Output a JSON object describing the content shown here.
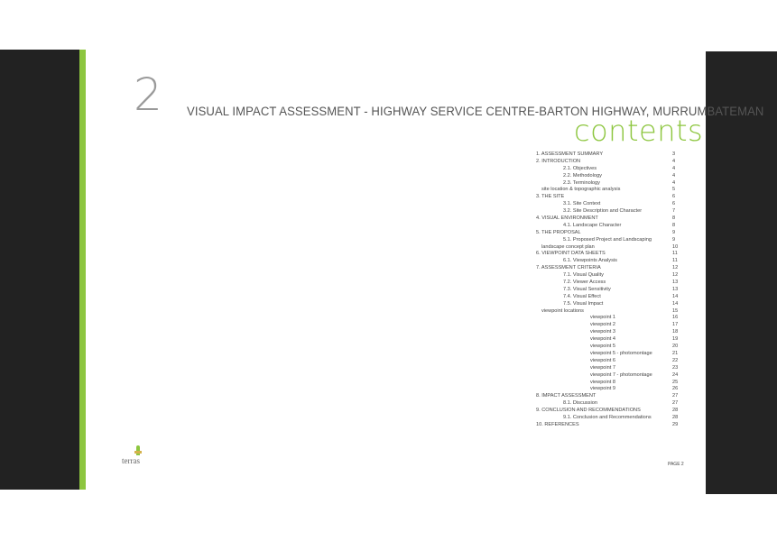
{
  "header": {
    "page_number": "2",
    "title": "VISUAL IMPACT ASSESSMENT - HIGHWAY SERVICE CENTRE-BARTON HIGHWAY, MURRUMBATEMAN"
  },
  "contents_heading": "contents",
  "toc": [
    {
      "label": "1. ASSESSMENT SUMMARY",
      "page": "3",
      "level": 0
    },
    {
      "label": "2. INTRODUCTION",
      "page": "4",
      "level": 0
    },
    {
      "label": "2.1. Objectives",
      "page": "4",
      "level": 2
    },
    {
      "label": "2.2. Methodology",
      "page": "4",
      "level": 2
    },
    {
      "label": "2.3. Terminology",
      "page": "4",
      "level": 2
    },
    {
      "label": "site location & topographic analysis",
      "page": "5",
      "level": 1
    },
    {
      "label": "3. THE SITE",
      "page": "6",
      "level": 0
    },
    {
      "label": "3.1. Site Context",
      "page": "6",
      "level": 2
    },
    {
      "label": "3.2. Site Description and Character",
      "page": "7",
      "level": 2
    },
    {
      "label": "4. VISUAL ENVIRONMENT",
      "page": "8",
      "level": 0
    },
    {
      "label": "4.1. Landscape Character",
      "page": "8",
      "level": 2
    },
    {
      "label": "5. THE PROPOSAL",
      "page": "9",
      "level": 0
    },
    {
      "label": "5.1. Proposed Project and Landscaping",
      "page": "9",
      "level": 2
    },
    {
      "label": "landscape concept plan",
      "page": "10",
      "level": 1
    },
    {
      "label": "6. VIEWPOINT DATA SHEETS",
      "page": "11",
      "level": 0
    },
    {
      "label": "6.1. Viewpoints Analysis",
      "page": "11",
      "level": 2
    },
    {
      "label": "7. ASSESSMENT CRITERIA",
      "page": "12",
      "level": 0
    },
    {
      "label": "7.1. Visual Quality",
      "page": "12",
      "level": 2
    },
    {
      "label": "7.2. Viewer Access",
      "page": "13",
      "level": 2
    },
    {
      "label": "7.3. Visual Sensitivity",
      "page": "13",
      "level": 2
    },
    {
      "label": "7.4. Visual Effect",
      "page": "14",
      "level": 2
    },
    {
      "label": "7.5. Visual Impact",
      "page": "14",
      "level": 2
    },
    {
      "label": "viewpoint locations",
      "page": "15",
      "level": 1
    },
    {
      "label": "viewpoint 1",
      "page": "16",
      "level": 3
    },
    {
      "label": "viewpoint 2",
      "page": "17",
      "level": 3
    },
    {
      "label": "viewpoint 3",
      "page": "18",
      "level": 3
    },
    {
      "label": "viewpoint 4",
      "page": "19",
      "level": 3
    },
    {
      "label": "viewpoint 5",
      "page": "20",
      "level": 3
    },
    {
      "label": "viewpoint 5 - photomontage",
      "page": "21",
      "level": 3
    },
    {
      "label": "viewpoint 6",
      "page": "22",
      "level": 3
    },
    {
      "label": "viewpoint 7",
      "page": "23",
      "level": 3
    },
    {
      "label": "viewpoint 7 - photomontage",
      "page": "24",
      "level": 3
    },
    {
      "label": "viewpoint 8",
      "page": "25",
      "level": 3
    },
    {
      "label": "viewpoint 9",
      "page": "26",
      "level": 3
    },
    {
      "label": "8. IMPACT ASSESSMENT",
      "page": "27",
      "level": 0
    },
    {
      "label": "8.1. Discussion",
      "page": "27",
      "level": 2
    },
    {
      "label": "9. CONCLUSION AND RECOMMENDATIONS",
      "page": "28",
      "level": 0
    },
    {
      "label": "9.1. Conclusion and Recommendations",
      "page": "28",
      "level": 2
    },
    {
      "label": "10. REFERENCES",
      "page": "29",
      "level": 0
    }
  ],
  "logo_text": "terras",
  "footer": {
    "page_label": "PAGE 2"
  },
  "colors": {
    "accent_green": "#8dc63f",
    "dark_bar": "#222222"
  }
}
